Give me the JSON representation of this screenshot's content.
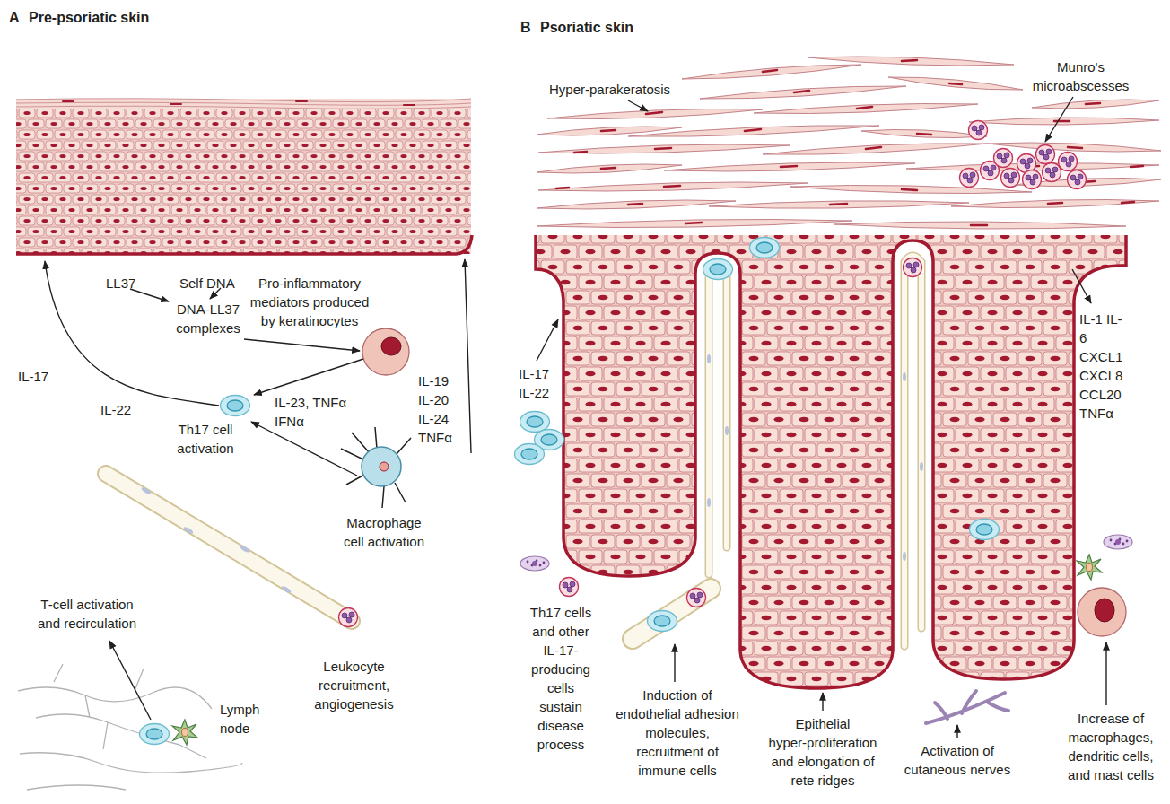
{
  "diagram": {
    "labels": [
      "A",
      "Pre-psoriatic skin",
      "LL37",
      "Self DNA",
      "Pro-inflammatory mediators produced by keratinocytes",
      "DNA-LL37 complexes",
      "IL-17",
      "IL-22",
      "IL-23, TNFα IFNα",
      "Th17 cell activation",
      "IL-19 IL-20 IL-24 TNFα",
      "Macrophage cell activation",
      "Leukocyte recruitment, angiogenesis",
      "T-cell activation and recirculation",
      "Lymph node",
      "B",
      "Psoriatic skin",
      "Hyper-parakeratosis",
      "Munro's microabscesses",
      "IL-1 IL-6 CXCL1 CXCL8 CCL20 TNFα",
      "IL-17 IL-22",
      "Th17 cells and other IL-17-producing cells sustain disease process",
      "Induction of endothelial adhesion molecules, recruitment of immune cells",
      "Epithelial hyper-proliferation and elongation of rete ridges",
      "Activation of cutaneous nerves",
      "Increase of macrophages, dendritic cells, and mast cells"
    ]
  }
}
